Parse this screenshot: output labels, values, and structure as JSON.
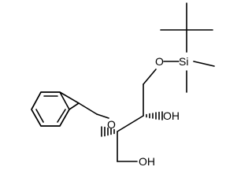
{
  "structure": {
    "atoms": {
      "si": "Si",
      "o_silyl": "O",
      "o_benzyl": "O",
      "oh_secondary": "OH",
      "oh_primary": "OH"
    }
  }
}
